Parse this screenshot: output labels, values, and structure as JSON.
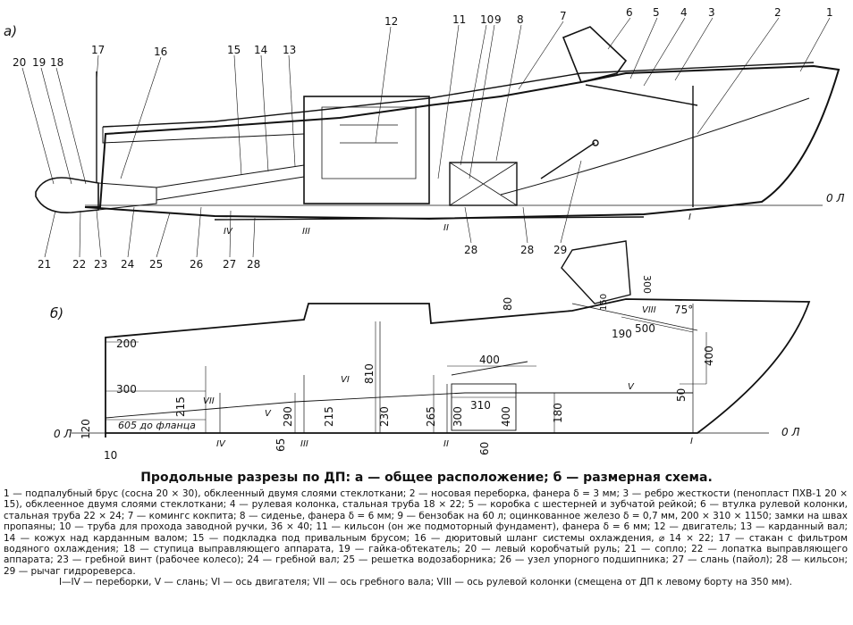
{
  "panel_a": {
    "panel_label": "а)",
    "callouts_top": [
      "20",
      "19",
      "18",
      "17",
      "16",
      "15",
      "14",
      "13",
      "12",
      "11",
      "10",
      "9",
      "8",
      "7",
      "6",
      "5",
      "4",
      "3",
      "2",
      "1"
    ],
    "callouts_bottom": [
      "21",
      "22",
      "23",
      "24",
      "25",
      "26",
      "27",
      "28",
      "28",
      "28",
      "29"
    ],
    "bulkheads": [
      "IV",
      "III",
      "II",
      "I"
    ],
    "waterline": "0 Л"
  },
  "panel_b": {
    "panel_label": "б)",
    "dimensions": {
      "d200": "200",
      "d300": "300",
      "d215a": "215",
      "d605": "605 до фланца",
      "d120": "120",
      "d10": "10",
      "d290": "290",
      "d65": "65",
      "d215b": "215",
      "d230": "230",
      "d810": "810",
      "d265": "265",
      "d400a": "400",
      "d300b": "300",
      "d310": "310",
      "d400b": "400",
      "d180": "180",
      "d60": "60",
      "d80": "80",
      "d150": "150",
      "d300c": "300",
      "d190": "190",
      "d500": "500",
      "d75": "75°",
      "d400c": "400",
      "d50": "50"
    },
    "roman": {
      "VII": "VII",
      "V1": "V",
      "VI": "VI",
      "V2": "V",
      "VIII": "VIII",
      "IV": "IV",
      "III": "III",
      "II": "II",
      "I": "I"
    },
    "waterline": "0 Л",
    "waterline_left": "0 Л"
  },
  "caption": "Продольные разрезы по ДП: а — общее расположение; б — размерная схема.",
  "legend_main": "1 — подпалубный брус (сосна 20 × 30), обклеенный двумя слоями стеклоткани; 2 — носовая переборка, фанера δ = 3 мм; 3 — ребро жесткости (пенопласт ПХВ-1 20 × 15), обклеенное двумя слоями стеклоткани; 4 — рулевая колонка, стальная труба 18 × 22; 5 — коробка с шестерней и зубчатой рейкой; 6 — втулка рулевой колонки, стальная труба 22 × 24; 7 — комингс кокпита; 8 — сиденье, фанера δ = 6 мм; 9 — бензобак на 60 л; оцинкованное железо δ = 0,7 мм, 200 × 310 × 1150; замки на швах пропаяны; 10 — труба для прохода заводной ручки, 36 × 40; 11 — кильсон (он же подмоторный фундамент), фанера δ = 6 мм; 12 — двигатель; 13 — карданный вал; 14 — кожух над карданным валом; 15 — подкладка под привальным брусом; 16 — дюритовый шланг системы охлаждения, ⌀ 14 × 22; 17 — стакан с фильтром водяного охлаждения; 18 — ступица выправляющего аппарата, 19 — гайка-обтекатель; 20 — левый коробчатый руль; 21 — сопло; 22 — лопатка выправляющего аппарата; 23 — гребной винт (рабочее колесо); 24 — гребной вал; 25 — решетка водозаборника; 26 — узел упорного подшипника; 27 — слань (пайол); 28 — кильсон; 29 — рычаг гидрореверса.",
  "legend_last": "I—IV — переборки, V — слань; VI — ось двигателя; VII — ось гребного вала; VIII — ось рулевой колонки (смещена от ДП к левому борту на 350 мм)."
}
